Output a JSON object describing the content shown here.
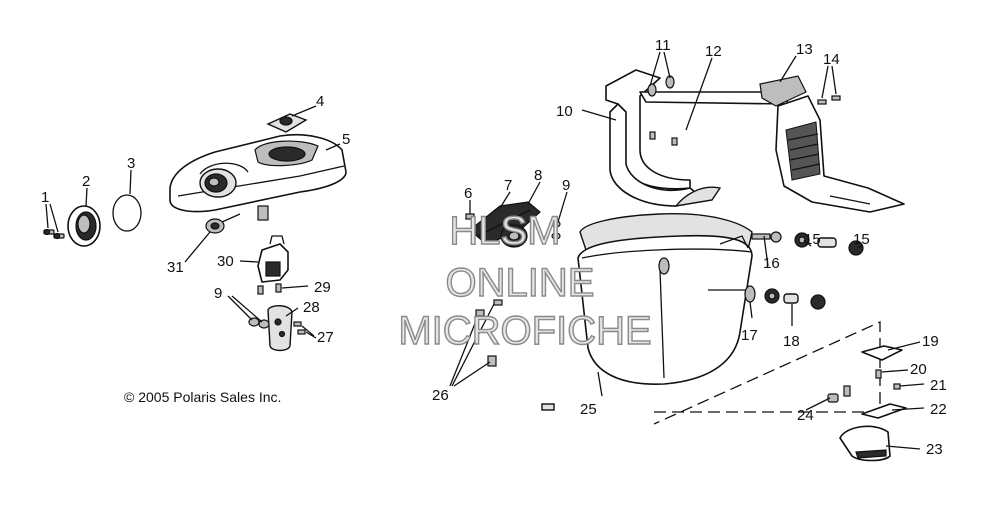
{
  "copyright": "© 2005 Polaris Sales Inc.",
  "watermark": {
    "line1": "HLSM",
    "line2": "ONLINE",
    "line3": "MICROFICHE"
  },
  "callouts": [
    {
      "id": "callout-1",
      "text": "1"
    },
    {
      "id": "callout-2",
      "text": "2"
    },
    {
      "id": "callout-3",
      "text": "3"
    },
    {
      "id": "callout-4",
      "text": "4"
    },
    {
      "id": "callout-5",
      "text": "5"
    },
    {
      "id": "callout-6",
      "text": "6"
    },
    {
      "id": "callout-7",
      "text": "7"
    },
    {
      "id": "callout-8",
      "text": "8"
    },
    {
      "id": "callout-9a",
      "text": "9"
    },
    {
      "id": "callout-9b",
      "text": "9"
    },
    {
      "id": "callout-10",
      "text": "10"
    },
    {
      "id": "callout-11",
      "text": "11"
    },
    {
      "id": "callout-12",
      "text": "12"
    },
    {
      "id": "callout-13",
      "text": "13"
    },
    {
      "id": "callout-14",
      "text": "14"
    },
    {
      "id": "callout-15a",
      "text": "15"
    },
    {
      "id": "callout-15b",
      "text": "15"
    },
    {
      "id": "callout-16",
      "text": "16"
    },
    {
      "id": "callout-17",
      "text": "17"
    },
    {
      "id": "callout-18",
      "text": "18"
    },
    {
      "id": "callout-19",
      "text": "19"
    },
    {
      "id": "callout-20",
      "text": "20"
    },
    {
      "id": "callout-21",
      "text": "21"
    },
    {
      "id": "callout-22",
      "text": "22"
    },
    {
      "id": "callout-23",
      "text": "23"
    },
    {
      "id": "callout-24",
      "text": "24"
    },
    {
      "id": "callout-25",
      "text": "25"
    },
    {
      "id": "callout-26",
      "text": "26"
    },
    {
      "id": "callout-27",
      "text": "27"
    },
    {
      "id": "callout-28",
      "text": "28"
    },
    {
      "id": "callout-29",
      "text": "29"
    },
    {
      "id": "callout-30",
      "text": "30"
    },
    {
      "id": "callout-31",
      "text": "31"
    }
  ]
}
